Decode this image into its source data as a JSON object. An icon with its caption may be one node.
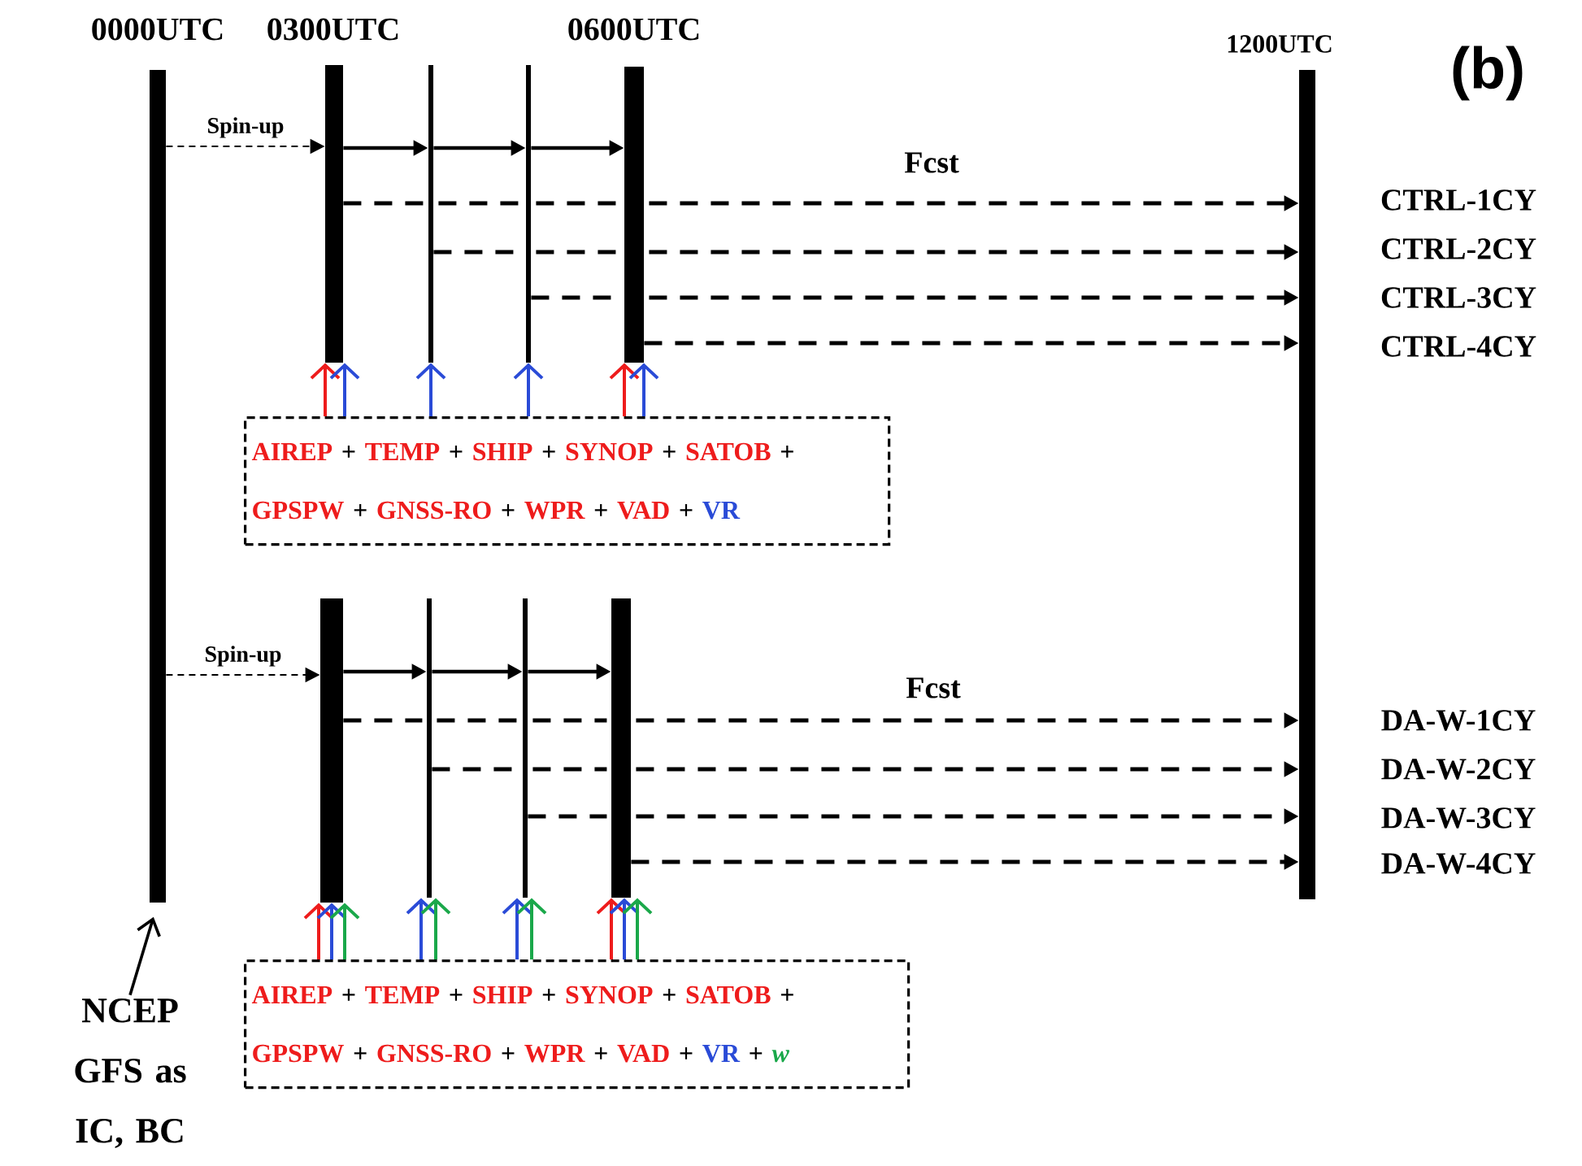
{
  "diagram": {
    "nodes": [
      {
        "text": [],
        "shape": "bar",
        "beside": [
          "0000UTC"
        ]
      },
      {
        "text": [],
        "shape": "bar",
        "beside": [
          "0300UTC"
        ]
      },
      {
        "text": [],
        "shape": "bar"
      },
      {
        "text": [],
        "shape": "bar"
      },
      {
        "text": [],
        "shape": "bar",
        "beside": [
          "0600UTC"
        ]
      },
      {
        "text": [],
        "shape": "bar",
        "beside": [
          "1200UTC"
        ]
      },
      {
        "text": [
          "AIREP",
          "+",
          "TEMP",
          "+",
          "SHIP",
          "+",
          "SYNOP",
          "+",
          "SATOB",
          "+",
          "GPSPW",
          "+",
          "GNSS-RO",
          "+",
          "WPR",
          "+",
          "VAD",
          "+",
          "VR"
        ]
      },
      {
        "text": [],
        "shape": "bar"
      },
      {
        "text": [],
        "shape": "bar"
      },
      {
        "text": [],
        "shape": "bar"
      },
      {
        "text": [],
        "shape": "bar"
      },
      {
        "text": [
          "AIREP",
          "+",
          "TEMP",
          "+",
          "SHIP",
          "+",
          "SYNOP",
          "+",
          "SATOB",
          "+",
          "GPSPW",
          "+",
          "GNSS-RO",
          "+",
          "WPR",
          "+",
          "VAD",
          "+",
          "VR",
          "+",
          "w"
        ]
      },
      {
        "text": [
          "NCEP GFS as IC, BC"
        ]
      }
    ],
    "edges": [
      {
        "from": 0,
        "to": 1,
        "arrow": "to",
        "style": "dashed",
        "label": "Spin-up"
      },
      {
        "from": 1,
        "to": 2,
        "arrow": "to"
      },
      {
        "from": 2,
        "to": 3,
        "arrow": "to"
      },
      {
        "from": 3,
        "to": 4,
        "arrow": "to"
      },
      {
        "from": 1,
        "to": 5,
        "arrow": "to",
        "style": "dashed"
      },
      {
        "from": 2,
        "to": 5,
        "arrow": "to",
        "style": "dashed"
      },
      {
        "from": 3,
        "to": 5,
        "arrow": "to",
        "style": "dashed"
      },
      {
        "from": 4,
        "to": 5,
        "arrow": "to",
        "style": "dashed"
      },
      {
        "from": 6,
        "to": 1,
        "arrow": "to",
        "color": "#ee1c1c"
      },
      {
        "from": 6,
        "to": 1,
        "arrow": "to",
        "color": "#2a4bd7"
      },
      {
        "from": 6,
        "to": 2,
        "arrow": "to",
        "color": "#2a4bd7"
      },
      {
        "from": 6,
        "to": 3,
        "arrow": "to",
        "color": "#2a4bd7"
      },
      {
        "from": 6,
        "to": 4,
        "arrow": "to",
        "color": "#ee1c1c"
      },
      {
        "from": 6,
        "to": 4,
        "arrow": "to",
        "color": "#2a4bd7"
      },
      {
        "from": 0,
        "to": 7,
        "arrow": "to",
        "style": "dashed",
        "label": "Spin-up"
      },
      {
        "from": 7,
        "to": 8,
        "arrow": "to"
      },
      {
        "from": 8,
        "to": 9,
        "arrow": "to"
      },
      {
        "from": 9,
        "to": 10,
        "arrow": "to"
      },
      {
        "from": 7,
        "to": 5,
        "arrow": "to",
        "style": "dashed"
      },
      {
        "from": 8,
        "to": 5,
        "arrow": "to",
        "style": "dashed"
      },
      {
        "from": 9,
        "to": 5,
        "arrow": "to",
        "style": "dashed"
      },
      {
        "from": 10,
        "to": 5,
        "arrow": "to",
        "style": "dashed"
      },
      {
        "from": 11,
        "to": 7,
        "arrow": "to",
        "color": "#ee1c1c"
      },
      {
        "from": 11,
        "to": 7,
        "arrow": "to",
        "color": "#2a4bd7"
      },
      {
        "from": 11,
        "to": 7,
        "arrow": "to",
        "color": "#1aa84a"
      },
      {
        "from": 11,
        "to": 8,
        "arrow": "to",
        "color": "#2a4bd7"
      },
      {
        "from": 11,
        "to": 8,
        "arrow": "to",
        "color": "#1aa84a"
      },
      {
        "from": 11,
        "to": 9,
        "arrow": "to",
        "color": "#2a4bd7"
      },
      {
        "from": 11,
        "to": 9,
        "arrow": "to",
        "color": "#1aa84a"
      },
      {
        "from": 11,
        "to": 10,
        "arrow": "to",
        "color": "#ee1c1c"
      },
      {
        "from": 11,
        "to": 10,
        "arrow": "to",
        "color": "#2a4bd7"
      },
      {
        "from": 11,
        "to": 10,
        "arrow": "to",
        "color": "#1aa84a"
      },
      {
        "from": 12,
        "to": 0,
        "arrow": "to"
      }
    ],
    "labels": [
      "(b)",
      "Fcst",
      "CTRL-1CY",
      "CTRL-2CY",
      "CTRL-3CY",
      "CTRL-4CY",
      "Fcst",
      "DA-W-1CY",
      "DA-W-2CY",
      "DA-W-3CY",
      "DA-W-4CY"
    ]
  }
}
